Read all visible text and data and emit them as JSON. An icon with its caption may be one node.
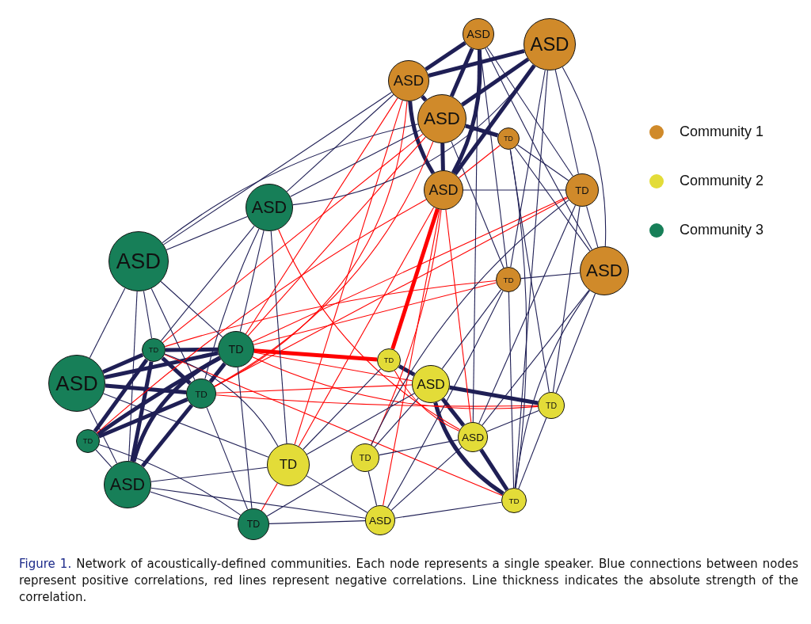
{
  "diagram": {
    "caption": "**Figure 1.** Network of acoustically-defined communities. Each node represents a single speaker. Blue connections between nodes represent positive correlations, red lines represent negative correlations. Line thickness indicates the absolute strength of the correlation.",
    "nodes": [
      {
        "text": [
          "ASD"
        ]
      },
      {
        "text": [
          "ASD"
        ]
      },
      {
        "text": [
          "ASD"
        ]
      },
      {
        "text": [
          "ASD"
        ]
      },
      {
        "text": [
          "TD"
        ]
      },
      {
        "text": [
          "ASD"
        ]
      },
      {
        "text": [
          "TD"
        ]
      },
      {
        "text": [
          "TD"
        ]
      },
      {
        "text": [
          "ASD"
        ]
      },
      {
        "text": [
          "ASD"
        ]
      },
      {
        "text": [
          "ASD"
        ]
      },
      {
        "text": [
          "TD"
        ]
      },
      {
        "text": [
          "TD"
        ]
      },
      {
        "text": [
          "ASD"
        ]
      },
      {
        "text": [
          "TD"
        ]
      },
      {
        "text": [
          "TD"
        ]
      },
      {
        "text": [
          "ASD"
        ]
      },
      {
        "text": [
          "TD"
        ]
      },
      {
        "text": [
          "TD"
        ]
      },
      {
        "text": [
          "ASD"
        ]
      },
      {
        "text": [
          "TD"
        ]
      },
      {
        "text": [
          "ASD"
        ]
      },
      {
        "text": [
          "TD"
        ]
      },
      {
        "text": [
          "TD"
        ]
      },
      {
        "text": [
          "TD"
        ]
      },
      {
        "text": [
          "ASD"
        ]
      }
    ],
    "edges": [
      {
        "from": 3,
        "to": 5,
        "arrow": "none",
        "style": "thick"
      },
      {
        "from": 0,
        "to": 3,
        "arrow": "none",
        "style": "thick"
      },
      {
        "from": 0,
        "to": 2,
        "arrow": "none",
        "style": "thick"
      },
      {
        "from": 1,
        "to": 5,
        "arrow": "none",
        "style": "thick"
      },
      {
        "from": 1,
        "to": 3,
        "arrow": "none",
        "style": "thick"
      },
      {
        "from": 2,
        "to": 3,
        "arrow": "none",
        "style": "thick"
      },
      {
        "from": 2,
        "to": 5,
        "arrow": "none",
        "style": "thick"
      },
      {
        "from": 0,
        "to": 5,
        "arrow": "none",
        "style": "thick"
      },
      {
        "from": 1,
        "to": 2,
        "arrow": "none",
        "style": "thick"
      },
      {
        "from": 3,
        "to": 4,
        "arrow": "none",
        "style": "thick"
      },
      {
        "from": 11,
        "to": 12,
        "arrow": "none",
        "style": "thick"
      },
      {
        "from": 11,
        "to": 13,
        "arrow": "none",
        "style": "thick"
      },
      {
        "from": 12,
        "to": 14,
        "arrow": "none",
        "style": "thick"
      },
      {
        "from": 13,
        "to": 14,
        "arrow": "none",
        "style": "thick"
      },
      {
        "from": 13,
        "to": 12,
        "arrow": "none",
        "style": "thick"
      },
      {
        "from": 15,
        "to": 12,
        "arrow": "none",
        "style": "thick"
      },
      {
        "from": 15,
        "to": 14,
        "arrow": "none",
        "style": "thick"
      },
      {
        "from": 15,
        "to": 11,
        "arrow": "none",
        "style": "thick"
      },
      {
        "from": 16,
        "to": 14,
        "arrow": "none",
        "style": "thick"
      },
      {
        "from": 16,
        "to": 11,
        "arrow": "none",
        "style": "thick"
      },
      {
        "from": 16,
        "to": 12,
        "arrow": "none",
        "style": "thick"
      },
      {
        "from": 11,
        "to": 14,
        "arrow": "none",
        "style": "thick"
      },
      {
        "from": 18,
        "to": 19,
        "arrow": "none",
        "style": "thick"
      },
      {
        "from": 19,
        "to": 21,
        "arrow": "none",
        "style": "thick"
      },
      {
        "from": 21,
        "to": 24,
        "arrow": "none",
        "style": "thick"
      },
      {
        "from": 19,
        "to": 24,
        "arrow": "none",
        "style": "thick"
      },
      {
        "from": 19,
        "to": 20,
        "arrow": "none",
        "style": "thick"
      },
      {
        "from": 12,
        "to": 18,
        "arrow": "none",
        "style": "thick",
        "color": "#ff0000"
      },
      {
        "from": 5,
        "to": 18,
        "arrow": "none",
        "style": "thick",
        "color": "#ff0000"
      },
      {
        "from": 2,
        "to": 12,
        "arrow": "none",
        "color": "#ff0000"
      },
      {
        "from": 2,
        "to": 14,
        "arrow": "none",
        "color": "#ff0000"
      },
      {
        "from": 3,
        "to": 11,
        "arrow": "none",
        "color": "#ff0000"
      },
      {
        "from": 3,
        "to": 12,
        "arrow": "none",
        "color": "#ff0000"
      },
      {
        "from": 4,
        "to": 5,
        "arrow": "none",
        "color": "#ff0000"
      },
      {
        "from": 5,
        "to": 22,
        "arrow": "none",
        "color": "#ff0000"
      },
      {
        "from": 5,
        "to": 23,
        "arrow": "none",
        "color": "#ff0000"
      },
      {
        "from": 5,
        "to": 25,
        "arrow": "none",
        "color": "#ff0000"
      },
      {
        "from": 6,
        "to": 14,
        "arrow": "none",
        "color": "#ff0000"
      },
      {
        "from": 6,
        "to": 12,
        "arrow": "none",
        "color": "#ff0000"
      },
      {
        "from": 12,
        "to": 19,
        "arrow": "none",
        "color": "#ff0000"
      },
      {
        "from": 12,
        "to": 20,
        "arrow": "none",
        "color": "#ff0000"
      },
      {
        "from": 14,
        "to": 20,
        "arrow": "none",
        "color": "#ff0000"
      },
      {
        "from": 14,
        "to": 19,
        "arrow": "none",
        "color": "#ff0000"
      },
      {
        "from": 9,
        "to": 21,
        "arrow": "none",
        "color": "#ff0000"
      },
      {
        "from": 7,
        "to": 11,
        "arrow": "none",
        "color": "#ff0000"
      },
      {
        "from": 7,
        "to": 12,
        "arrow": "none",
        "color": "#ff0000"
      },
      {
        "from": 18,
        "to": 21,
        "arrow": "none",
        "color": "#ff0000"
      },
      {
        "from": 17,
        "to": 22,
        "arrow": "none",
        "color": "#ff0000"
      },
      {
        "from": 5,
        "to": 21,
        "arrow": "none",
        "color": "#ff0000"
      },
      {
        "from": 2,
        "to": 22,
        "arrow": "none",
        "color": "#ff0000"
      },
      {
        "from": 3,
        "to": 14,
        "arrow": "none",
        "color": "#ff0000"
      },
      {
        "from": 15,
        "to": 5,
        "arrow": "none",
        "color": "#ff0000"
      },
      {
        "from": 11,
        "to": 24,
        "arrow": "none",
        "color": "#ff0000"
      },
      {
        "from": 1,
        "to": 6,
        "arrow": "none"
      },
      {
        "from": 1,
        "to": 8,
        "arrow": "none"
      },
      {
        "from": 0,
        "to": 6,
        "arrow": "none"
      },
      {
        "from": 0,
        "to": 8,
        "arrow": "none"
      },
      {
        "from": 1,
        "to": 7,
        "arrow": "none"
      },
      {
        "from": 0,
        "to": 7,
        "arrow": "none"
      },
      {
        "from": 4,
        "to": 6,
        "arrow": "none"
      },
      {
        "from": 4,
        "to": 8,
        "arrow": "none"
      },
      {
        "from": 5,
        "to": 6,
        "arrow": "none"
      },
      {
        "from": 9,
        "to": 2,
        "arrow": "none"
      },
      {
        "from": 9,
        "to": 3,
        "arrow": "none"
      },
      {
        "from": 10,
        "to": 2,
        "arrow": "none"
      },
      {
        "from": 10,
        "to": 9,
        "arrow": "none"
      },
      {
        "from": 10,
        "to": 11,
        "arrow": "none"
      },
      {
        "from": 10,
        "to": 13,
        "arrow": "none"
      },
      {
        "from": 10,
        "to": 14,
        "arrow": "none"
      },
      {
        "from": 10,
        "to": 12,
        "arrow": "none"
      },
      {
        "from": 9,
        "to": 12,
        "arrow": "none"
      },
      {
        "from": 9,
        "to": 11,
        "arrow": "none"
      },
      {
        "from": 13,
        "to": 16,
        "arrow": "none"
      },
      {
        "from": 16,
        "to": 17,
        "arrow": "none"
      },
      {
        "from": 15,
        "to": 16,
        "arrow": "none"
      },
      {
        "from": 16,
        "to": 22,
        "arrow": "none"
      },
      {
        "from": 17,
        "to": 23,
        "arrow": "none"
      },
      {
        "from": 17,
        "to": 25,
        "arrow": "none"
      },
      {
        "from": 22,
        "to": 25,
        "arrow": "none"
      },
      {
        "from": 23,
        "to": 25,
        "arrow": "none"
      },
      {
        "from": 25,
        "to": 24,
        "arrow": "none"
      },
      {
        "from": 25,
        "to": 21,
        "arrow": "none"
      },
      {
        "from": 23,
        "to": 21,
        "arrow": "none"
      },
      {
        "from": 22,
        "to": 18,
        "arrow": "none"
      },
      {
        "from": 6,
        "to": 8,
        "arrow": "none"
      },
      {
        "from": 7,
        "to": 8,
        "arrow": "none"
      },
      {
        "from": 8,
        "to": 20,
        "arrow": "none"
      },
      {
        "from": 8,
        "to": 21,
        "arrow": "none"
      },
      {
        "from": 6,
        "to": 20,
        "arrow": "none"
      },
      {
        "from": 6,
        "to": 21,
        "arrow": "none"
      },
      {
        "from": 7,
        "to": 19,
        "arrow": "none"
      },
      {
        "from": 7,
        "to": 24,
        "arrow": "none"
      },
      {
        "from": 1,
        "to": 24,
        "arrow": "none"
      },
      {
        "from": 0,
        "to": 21,
        "arrow": "none"
      },
      {
        "from": 4,
        "to": 20,
        "arrow": "none"
      },
      {
        "from": 13,
        "to": 22,
        "arrow": "none"
      },
      {
        "from": 15,
        "to": 17,
        "arrow": "none"
      },
      {
        "from": 16,
        "to": 25,
        "arrow": "none"
      },
      {
        "from": 14,
        "to": 17,
        "arrow": "none"
      },
      {
        "from": 12,
        "to": 17,
        "arrow": "none"
      },
      {
        "from": 20,
        "to": 24,
        "arrow": "none"
      },
      {
        "from": 21,
        "to": 20,
        "arrow": "none"
      },
      {
        "from": 23,
        "to": 19,
        "arrow": "none"
      },
      {
        "from": 22,
        "to": 19,
        "arrow": "none"
      },
      {
        "from": 11,
        "to": 22,
        "arrow": "none"
      },
      {
        "from": 9,
        "to": 22,
        "arrow": "none"
      },
      {
        "from": 10,
        "to": 16,
        "arrow": "none"
      },
      {
        "from": 9,
        "to": 14,
        "arrow": "none"
      },
      {
        "from": 4,
        "to": 24,
        "arrow": "none"
      },
      {
        "from": 3,
        "to": 7,
        "arrow": "none"
      },
      {
        "from": 10,
        "to": 3,
        "arrow": "none"
      },
      {
        "from": 9,
        "to": 1,
        "arrow": "none"
      },
      {
        "from": 6,
        "to": 23,
        "arrow": "none"
      },
      {
        "from": 8,
        "to": 24,
        "arrow": "none"
      },
      {
        "from": 7,
        "to": 25,
        "arrow": "none"
      }
    ],
    "legend": [
      {
        "text": "Community 1",
        "color": "#d08a2a"
      },
      {
        "text": "Community 2",
        "color": "#e3dc38"
      },
      {
        "text": "Community 3",
        "color": "#177f58"
      }
    ]
  }
}
